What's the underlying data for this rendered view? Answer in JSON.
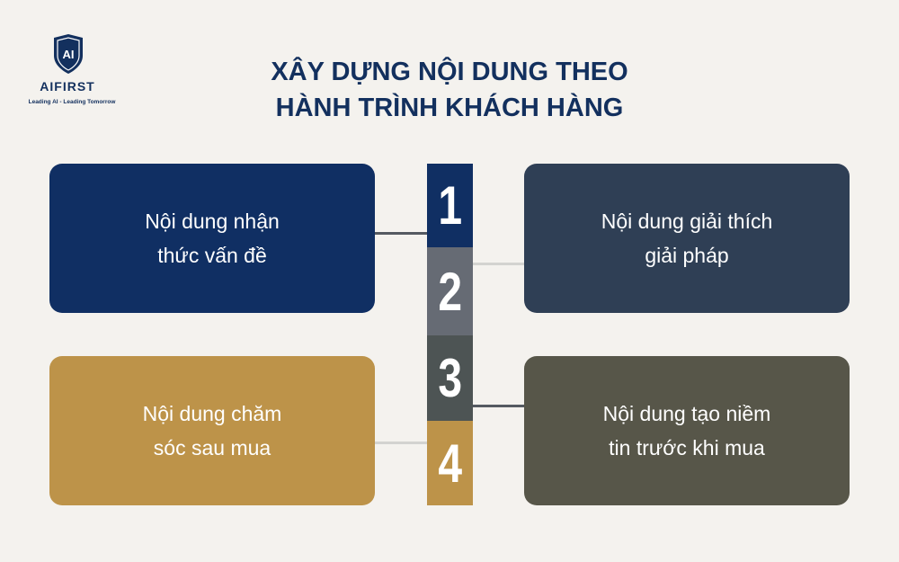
{
  "logo": {
    "mark": "AI",
    "name": "AIFIRST",
    "tagline": "Leading AI - Leading Tomorrow",
    "icon": "shield-logo-icon"
  },
  "title": {
    "line1": "XÂY DỰNG NỘI DUNG THEO",
    "line2": "HÀNH TRÌNH KHÁCH HÀNG"
  },
  "steps": [
    {
      "number": "1",
      "line1": "Nội dung nhận",
      "line2": "thức vấn đề",
      "color": "#102f63"
    },
    {
      "number": "2",
      "line1": "Nội dung giải thích",
      "line2": "giải pháp",
      "color": "#2f3f55"
    },
    {
      "number": "3",
      "line1": "Nội dung tạo niềm",
      "line2": "tin trước khi mua",
      "color": "#575649"
    },
    {
      "number": "4",
      "line1": "Nội dung chăm",
      "line2": "sóc sau mua",
      "color": "#bd9349"
    }
  ],
  "colors": {
    "background": "#f4f2ee",
    "title": "#13305e",
    "navy": "#102f63",
    "gold": "#bd9349"
  }
}
